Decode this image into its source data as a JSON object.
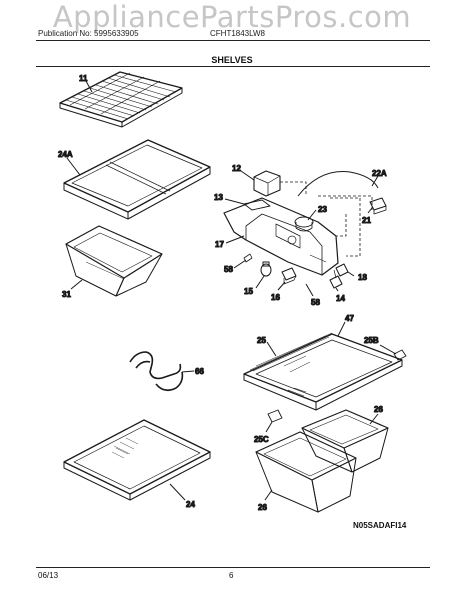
{
  "watermark": "AppliancePartsPros.com",
  "header": {
    "publication": "Publication No: 5995633905",
    "model": "CFHT1843LW8"
  },
  "section_title": "SHELVES",
  "diagram_code": "N05SADAFI14",
  "footer": {
    "date": "06/13",
    "page": "6"
  },
  "callouts": {
    "11": "11",
    "24A": "24A",
    "31": "31",
    "12": "12",
    "13": "13",
    "22A": "22A",
    "23": "23",
    "21": "21",
    "17": "17",
    "58a": "58",
    "15": "15",
    "16": "16",
    "58b": "58",
    "14": "14",
    "18": "18",
    "66": "66",
    "47": "47",
    "25": "25",
    "25B": "25B",
    "26a": "26",
    "25C": "25C",
    "26b": "26",
    "24": "24"
  }
}
